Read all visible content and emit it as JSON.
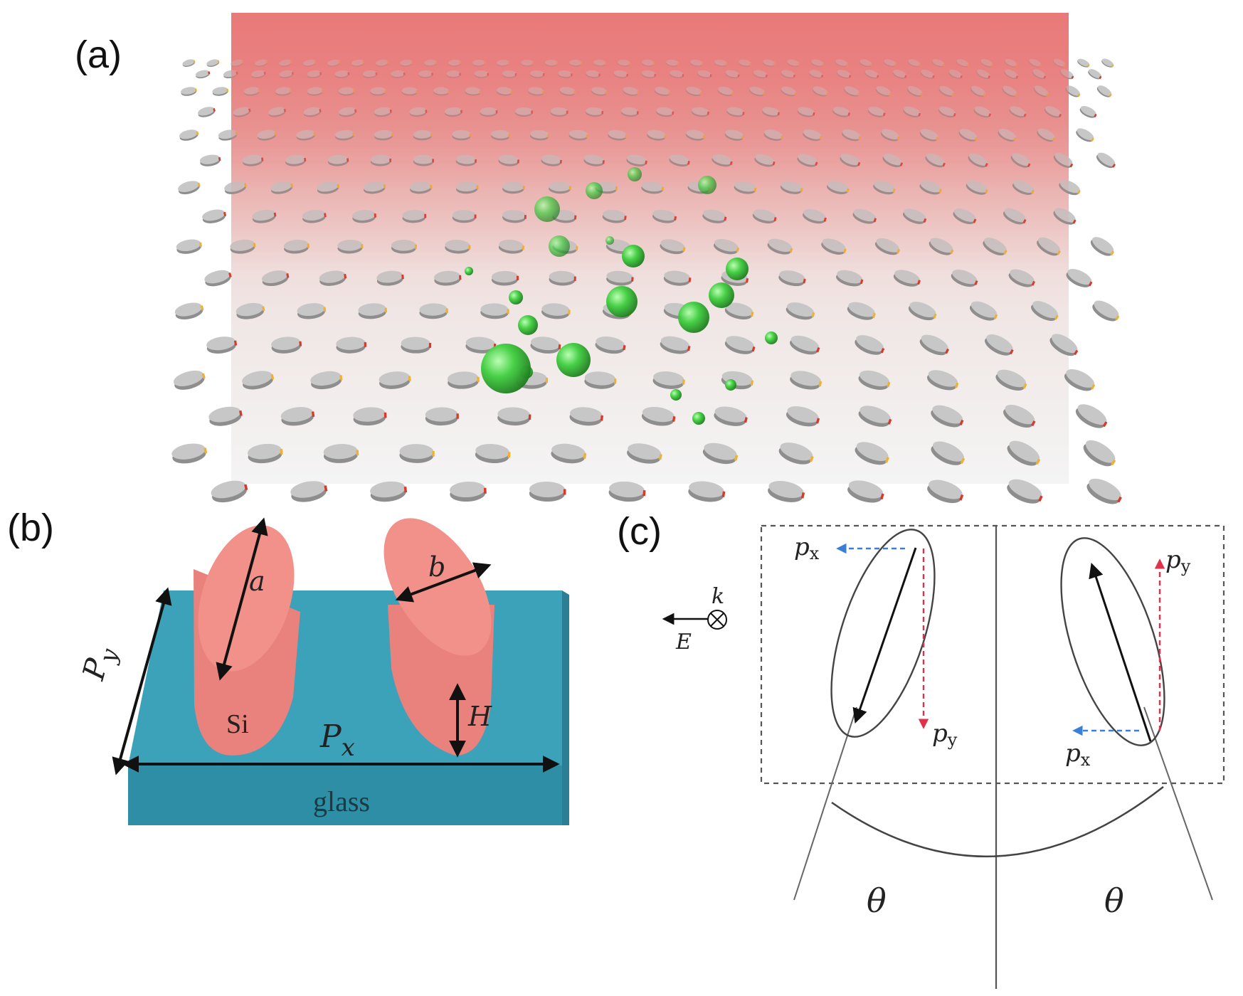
{
  "panels": {
    "a": {
      "label": "(a)"
    },
    "b": {
      "label": "(b)",
      "labels": {
        "a": "a",
        "b": "b",
        "Py_main": "P",
        "Py_sub": "y",
        "Px_main": "P",
        "Px_sub": "x",
        "Si": "Si",
        "H": "H",
        "glass": "glass"
      }
    },
    "c": {
      "label": "(c)",
      "labels": {
        "k": "k",
        "E": "E",
        "px_main": "p",
        "px_sub": "x",
        "py_main": "p",
        "py_sub": "y",
        "theta": "θ"
      }
    }
  },
  "colors": {
    "background_glow": "#e87b7b",
    "disk_top": "#c7c7c7",
    "disk_side": "#8e8e8e",
    "particle": "#3fc63f",
    "pillar": "#f08b84",
    "pillar_side": "#e27a74",
    "glass_top": "#3c9db4",
    "glass_front": "#2f8fa8",
    "px_arrow": "#3a7fd6",
    "py_arrow": "#e0304a"
  }
}
